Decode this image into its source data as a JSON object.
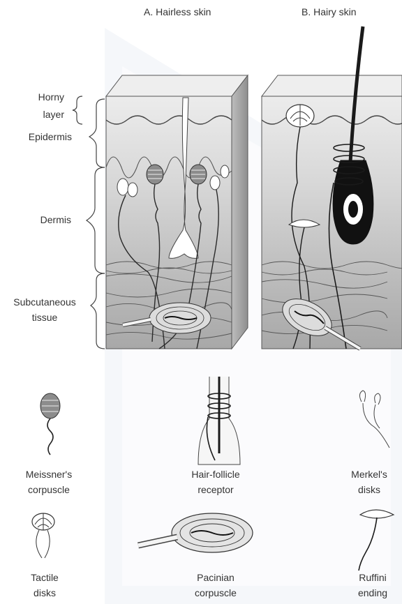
{
  "panels": {
    "hairless_title": "A. Hairless skin",
    "hairy_title": "B. Hairy skin"
  },
  "layers": {
    "horny_line1": "Horny",
    "horny_line2": "layer",
    "epidermis": "Epidermis",
    "dermis": "Dermis",
    "subcutaneous_line1": "Subcutaneous",
    "subcutaneous_line2": "tissue"
  },
  "receptors": {
    "meissner_line1": "Meissner's",
    "meissner_line2": "corpuscle",
    "hair_follicle_line1": "Hair-follicle",
    "hair_follicle_line2": "receptor",
    "merkel_line1": "Merkel's",
    "merkel_line2": "disks",
    "tactile_line1": "Tactile",
    "tactile_line2": "disks",
    "pacinian_line1": "Pacinian",
    "pacinian_line2": "corpuscle",
    "ruffini_line1": "Ruffini",
    "ruffini_line2": "ending"
  },
  "colors": {
    "ink": "#2a2a2a",
    "skin_light": "#e6e6e6",
    "skin_mid": "#c9c9c9",
    "skin_dark": "#a9a9a9",
    "watermark": "#e9eef4"
  }
}
